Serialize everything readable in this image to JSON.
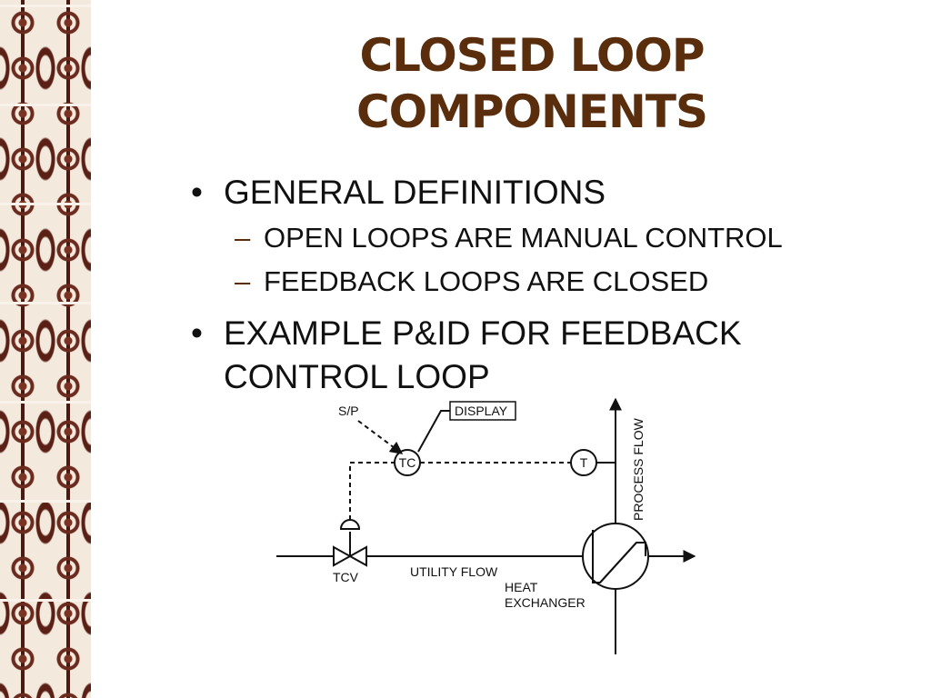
{
  "slide": {
    "title_lines": [
      "CLOSED LOOP",
      "COMPONENTS"
    ],
    "bullets": [
      {
        "text": "GENERAL DEFINITIONS"
      },
      {
        "text": "OPEN LOOPS ARE MANUAL CONTROL"
      },
      {
        "text": "FEEDBACK LOOPS ARE CLOSED"
      },
      {
        "text_lines": [
          "EXAMPLE P&ID FOR FEEDBACK",
          "CONTROL LOOP"
        ]
      }
    ],
    "bullet_marker": "•",
    "sub_bullet_marker": "–"
  },
  "diagram": {
    "labels": {
      "setpoint": "S/P",
      "display": "DISPLAY",
      "controller": "TC",
      "transmitter": "T",
      "valve": "TCV",
      "utility_flow": "UTILITY FLOW",
      "heat_exchanger_lines": [
        "HEAT",
        "EXCHANGER"
      ],
      "process_flow": "PROCESS FLOW"
    }
  },
  "colors": {
    "title": "#5a2d0c",
    "text": "#111111",
    "border_dark": "#5a2016",
    "border_light": "#f3e9dd"
  }
}
